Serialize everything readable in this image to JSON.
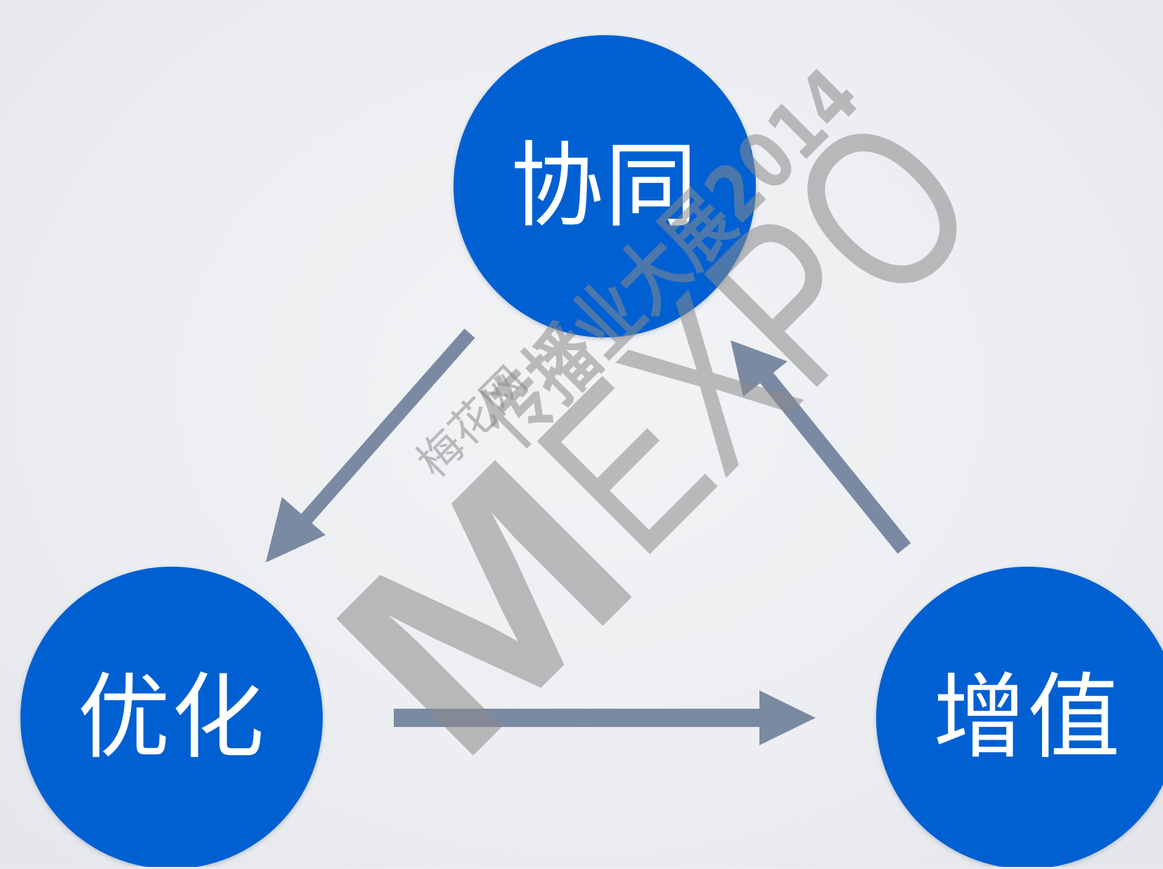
{
  "diagram": {
    "nodes": [
      {
        "id": "top",
        "label": "协同"
      },
      {
        "id": "left",
        "label": "优化"
      },
      {
        "id": "right",
        "label": "增值"
      }
    ],
    "edges": [
      {
        "from": "top",
        "to": "left"
      },
      {
        "from": "left",
        "to": "right"
      },
      {
        "from": "right",
        "to": "top"
      }
    ]
  },
  "watermark": {
    "site_line": "梅花网",
    "event_line": "传播业大展2014",
    "mark_letter": "M",
    "mark_word": "EXPO"
  },
  "colors": {
    "node_fill": "#0560d2",
    "arrow": "#7b8aa3",
    "watermark": "#8a8a8a",
    "background": "#eceef1",
    "label": "#ffffff"
  }
}
